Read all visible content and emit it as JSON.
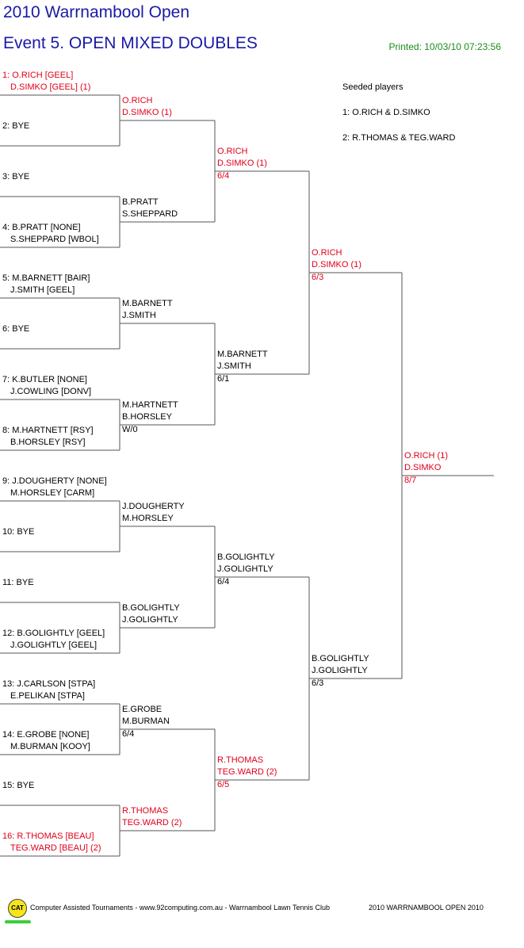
{
  "header": {
    "title": "2010 Warrnambool Open",
    "event": "Event 5. OPEN MIXED DOUBLES",
    "printed": "Printed: 10/03/10 07:23:56"
  },
  "seeds": {
    "heading": "Seeded players",
    "list": [
      "1: O.RICH & D.SIMKO",
      "2: R.THOMAS & TEG.WARD"
    ]
  },
  "round1": [
    {
      "line1": "1: O.RICH [GEEL]",
      "line2": "D.SIMKO [GEEL] (1)",
      "seeded": true
    },
    {
      "line1": "2: BYE",
      "line2": "",
      "seeded": false
    },
    {
      "line1": "3: BYE",
      "line2": "",
      "seeded": false
    },
    {
      "line1": "4: B.PRATT [NONE]",
      "line2": "S.SHEPPARD [WBOL]",
      "seeded": false
    },
    {
      "line1": "5: M.BARNETT [BAIR]",
      "line2": "J.SMITH [GEEL]",
      "seeded": false
    },
    {
      "line1": "6: BYE",
      "line2": "",
      "seeded": false
    },
    {
      "line1": "7: K.BUTLER [NONE]",
      "line2": "J.COWLING [DONV]",
      "seeded": false
    },
    {
      "line1": "8: M.HARTNETT [RSY]",
      "line2": "B.HORSLEY [RSY]",
      "seeded": false
    },
    {
      "line1": "9: J.DOUGHERTY [NONE]",
      "line2": "M.HORSLEY [CARM]",
      "seeded": false
    },
    {
      "line1": "10: BYE",
      "line2": "",
      "seeded": false
    },
    {
      "line1": "11: BYE",
      "line2": "",
      "seeded": false
    },
    {
      "line1": "12: B.GOLIGHTLY [GEEL]",
      "line2": "J.GOLIGHTLY [GEEL]",
      "seeded": false
    },
    {
      "line1": "13: J.CARLSON [STPA]",
      "line2": "E.PELIKAN [STPA]",
      "seeded": false
    },
    {
      "line1": "14: E.GROBE [NONE]",
      "line2": "M.BURMAN [KOOY]",
      "seeded": false
    },
    {
      "line1": "15: BYE",
      "line2": "",
      "seeded": false
    },
    {
      "line1": "16: R.THOMAS [BEAU]",
      "line2": "TEG.WARD [BEAU] (2)",
      "seeded": true
    }
  ],
  "round2": [
    {
      "line1": "O.RICH",
      "line2": "D.SIMKO (1)",
      "score": "",
      "seeded": true
    },
    {
      "line1": "B.PRATT",
      "line2": "S.SHEPPARD",
      "score": "",
      "seeded": false
    },
    {
      "line1": "M.BARNETT",
      "line2": "J.SMITH",
      "score": "",
      "seeded": false
    },
    {
      "line1": "M.HARTNETT",
      "line2": "B.HORSLEY",
      "score": "W/0",
      "seeded": false
    },
    {
      "line1": "J.DOUGHERTY",
      "line2": "M.HORSLEY",
      "score": "",
      "seeded": false
    },
    {
      "line1": "B.GOLIGHTLY",
      "line2": "J.GOLIGHTLY",
      "score": "",
      "seeded": false
    },
    {
      "line1": "E.GROBE",
      "line2": "M.BURMAN",
      "score": "6/4",
      "seeded": false
    },
    {
      "line1": "R.THOMAS",
      "line2": "TEG.WARD (2)",
      "score": "",
      "seeded": true
    }
  ],
  "quarterfinals": [
    {
      "line1": "O.RICH",
      "line2": "D.SIMKO (1)",
      "score": "6/4",
      "seeded": true
    },
    {
      "line1": "M.BARNETT",
      "line2": "J.SMITH",
      "score": "6/1",
      "seeded": false
    },
    {
      "line1": "B.GOLIGHTLY",
      "line2": "J.GOLIGHTLY",
      "score": "6/4",
      "seeded": false
    },
    {
      "line1": "R.THOMAS",
      "line2": "TEG.WARD (2)",
      "score": "6/5",
      "seeded": true
    }
  ],
  "semifinals": [
    {
      "line1": "O.RICH",
      "line2": "D.SIMKO (1)",
      "score": "6/3",
      "seeded": true
    },
    {
      "line1": "B.GOLIGHTLY",
      "line2": "J.GOLIGHTLY",
      "score": "6/3",
      "seeded": false
    }
  ],
  "final": [
    {
      "line1": "O.RICH (1)",
      "line2": "D.SIMKO",
      "score": "8/7",
      "seeded": true
    }
  ],
  "footer": {
    "logo_text": "CAT",
    "credit": "Computer Assisted Tournaments - www.92computing.com.au  -  Warrnambool Lawn Tennis Club",
    "event": "2010 WARRNAMBOOL OPEN 2010"
  },
  "colors": {
    "title": "#1a1aa6",
    "seeded": "#e0001a",
    "printed": "#1a8a1a",
    "line": "#555555"
  }
}
